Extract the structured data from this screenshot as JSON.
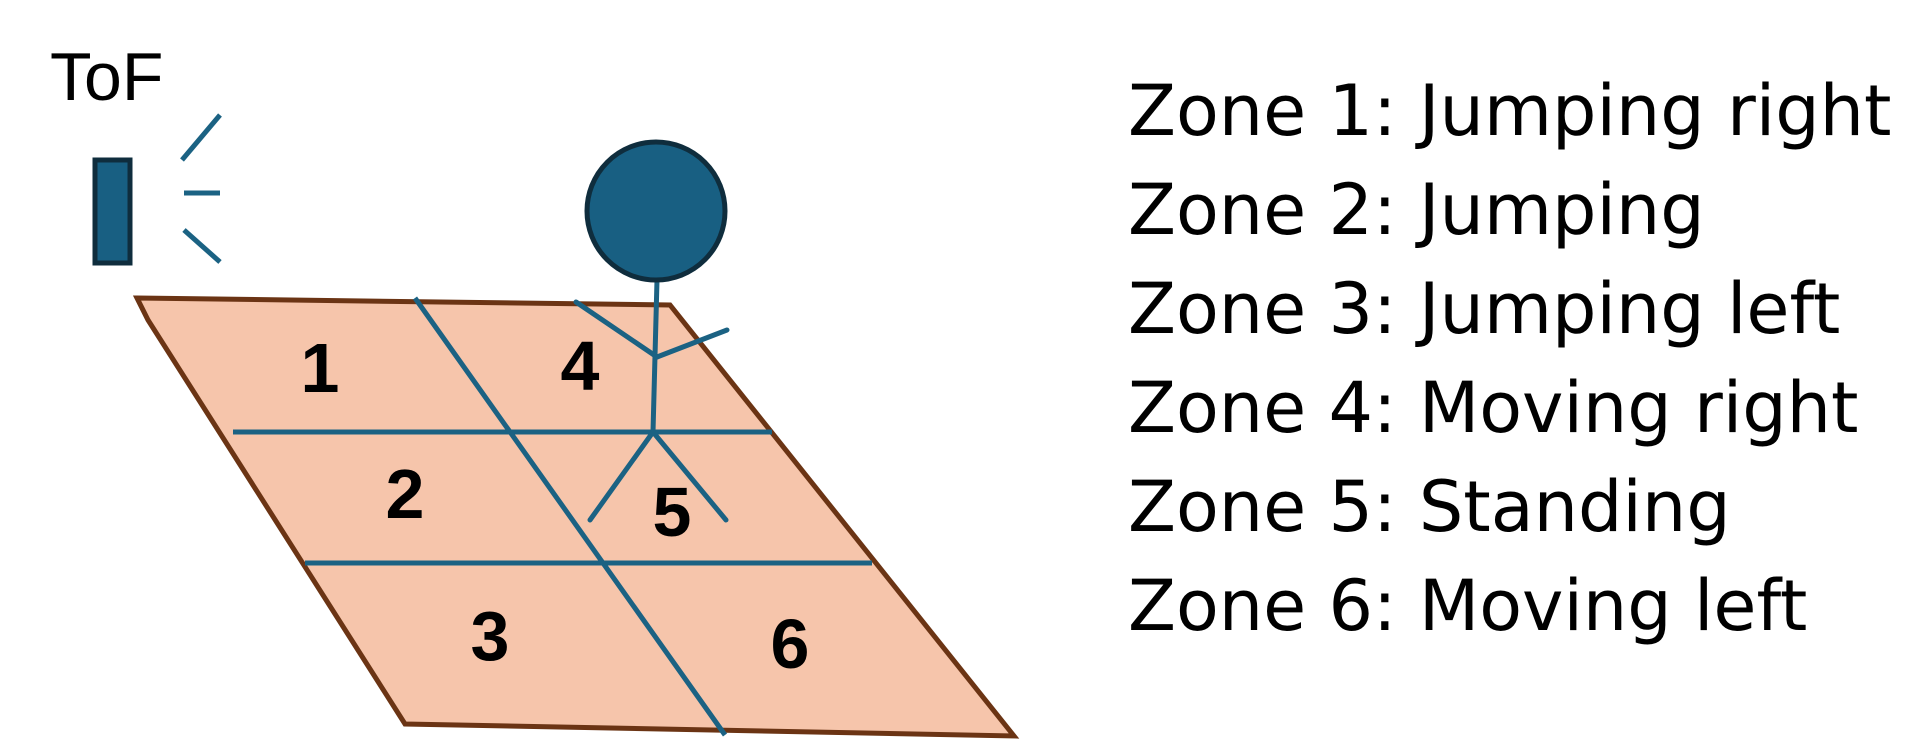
{
  "sensor": {
    "label": "ToF"
  },
  "zones": [
    {
      "number": "1",
      "description": "Zone 1: Jumping right"
    },
    {
      "number": "2",
      "description": "Zone 2: Jumping"
    },
    {
      "number": "3",
      "description": "Zone 3: Jumping left"
    },
    {
      "number": "4",
      "description": "Zone 4: Moving right"
    },
    {
      "number": "5",
      "description": "Zone 5: Standing"
    },
    {
      "number": "6",
      "description": "Zone 6: Moving left"
    }
  ],
  "colors": {
    "floor_fill": "#f6c5ab",
    "floor_border": "#6b3414",
    "grid_lines": "#1b6283",
    "figure_fill": "#185f82",
    "figure_outline": "#0f2d3d",
    "sensor_fill": "#185f82"
  },
  "icons": {
    "sensor": "tof-sensor-icon",
    "emission": "signal-wave-icon",
    "person": "stick-figure-icon"
  }
}
